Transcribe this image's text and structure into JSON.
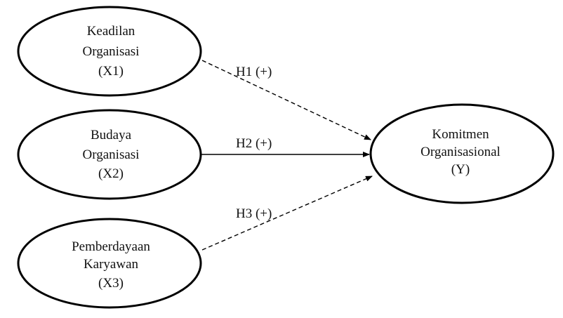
{
  "nodes": {
    "x1": {
      "lines": [
        "Keadilan",
        "Organisasi",
        "(X1)"
      ]
    },
    "x2": {
      "lines": [
        "Budaya",
        "Organisasi",
        "(X2)"
      ]
    },
    "x3": {
      "lines": [
        "Pemberdayaan",
        "Karyawan",
        "(X3)"
      ]
    },
    "y": {
      "lines": [
        "Komitmen",
        "Organisasional",
        "(Y)"
      ]
    }
  },
  "edges": {
    "h1": {
      "label": "H1 (+)",
      "style": "dashed"
    },
    "h2": {
      "label": "H2 (+)",
      "style": "solid"
    },
    "h3": {
      "label": "H3 (+)",
      "style": "dashed"
    }
  },
  "colors": {
    "stroke": "#000000",
    "text": "#111111",
    "background": "#ffffff"
  }
}
